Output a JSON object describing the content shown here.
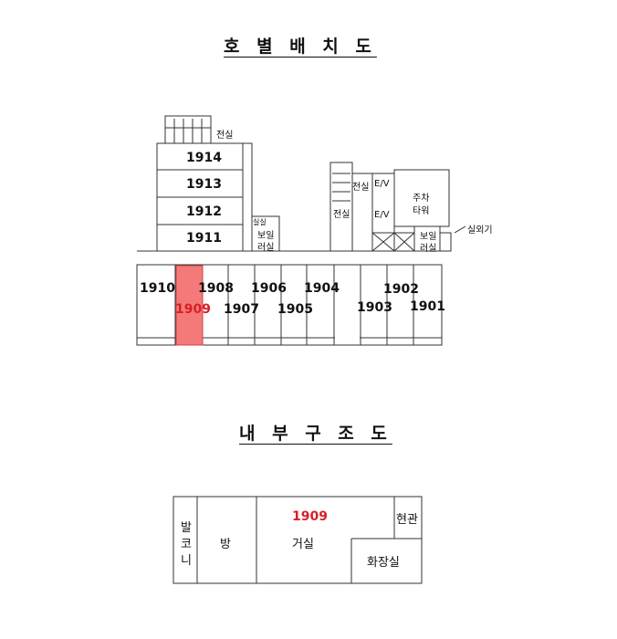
{
  "titles": {
    "layout": "호 별 배 치 도",
    "interior": "내 부 구 조 도"
  },
  "layout_plan": {
    "north_wing_units": [
      "1914",
      "1913",
      "1912",
      "1911"
    ],
    "main_units": [
      "1910",
      "1909",
      "1908",
      "1907",
      "1906",
      "1905",
      "1904",
      "1903",
      "1902",
      "1901"
    ],
    "highlight_unit": "1909",
    "rooms": {
      "electric_room": "전실",
      "boiler_room": "보일러실",
      "boiler_top": "보일",
      "boiler_bottom": "러실",
      "electric_room_2": "전실",
      "elevator": "E/V",
      "parking_top": "주차",
      "parking_bottom": "타워",
      "outdoor_unit": "실외기",
      "small_top_left": "실실"
    }
  },
  "interior_plan": {
    "unit": "1909",
    "balcony": [
      "발",
      "코",
      "니"
    ],
    "room": "방",
    "living_room": "거실",
    "entrance": "현관",
    "bathroom": "화장실"
  },
  "colors": {
    "highlight": "#f47a7a",
    "unit_text_red": "#d91f26",
    "line": "#333333"
  }
}
